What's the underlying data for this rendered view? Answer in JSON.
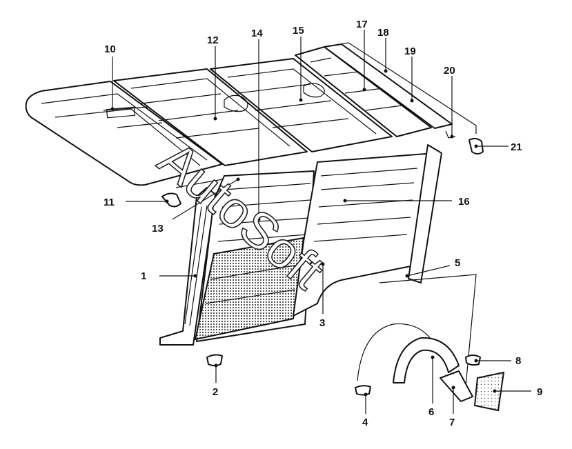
{
  "callouts": [
    "1",
    "2",
    "3",
    "4",
    "5",
    "6",
    "7",
    "8",
    "9",
    "10",
    "11",
    "12",
    "13",
    "14",
    "15",
    "16",
    "17",
    "18",
    "19",
    "20",
    "21"
  ],
  "watermark": "AutoSoft",
  "colors": {
    "line": "#111111",
    "background": "#ffffff",
    "mesh": "#4a4a4a"
  }
}
